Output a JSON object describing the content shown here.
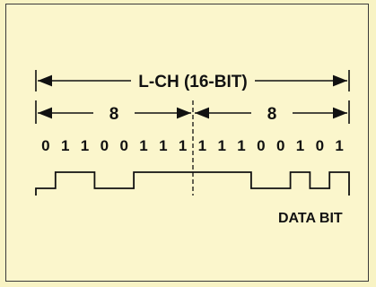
{
  "diagram": {
    "header_label": "L-CH (16-BIT)",
    "half_labels": [
      "8",
      "8"
    ],
    "bits": [
      "0",
      "1",
      "1",
      "0",
      "0",
      "1",
      "1",
      "1",
      "1",
      "1",
      "1",
      "0",
      "0",
      "1",
      "0",
      "1"
    ],
    "waveform_label": "DATA BIT"
  }
}
